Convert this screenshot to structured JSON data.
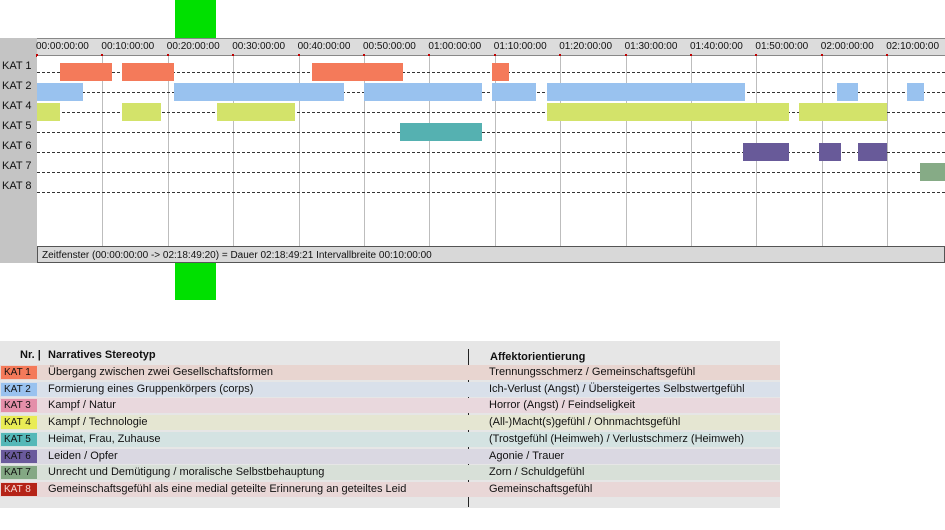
{
  "ruler": {
    "ticks": [
      "00:00:00:00",
      "00:10:00:00",
      "00:20:00:00",
      "00:30:00:00",
      "00:40:00:00",
      "00:50:00:00",
      "01:00:00:00",
      "01:10:00:00",
      "01:20:00:00",
      "01:30:00:00",
      "01:40:00:00",
      "01:50:00:00",
      "02:00:00:00",
      "02:10:00:00"
    ]
  },
  "rows": [
    {
      "label": "KAT 1"
    },
    {
      "label": "KAT 2"
    },
    {
      "label": "KAT 4"
    },
    {
      "label": "KAT 5"
    },
    {
      "label": "KAT 6"
    },
    {
      "label": "KAT 7"
    },
    {
      "label": "KAT 8"
    }
  ],
  "segments": [
    {
      "row": 0,
      "start": 3.5,
      "end": 11.5,
      "color": "#f47a5a"
    },
    {
      "row": 0,
      "start": 13,
      "end": 21,
      "color": "#f47a5a"
    },
    {
      "row": 0,
      "start": 42,
      "end": 56,
      "color": "#f47a5a"
    },
    {
      "row": 0,
      "start": 69.5,
      "end": 72.2,
      "color": "#f47a5a"
    },
    {
      "row": 1,
      "start": 0,
      "end": 7,
      "color": "#99c2ef"
    },
    {
      "row": 1,
      "start": 21,
      "end": 47,
      "color": "#99c2ef"
    },
    {
      "row": 1,
      "start": 50,
      "end": 68,
      "color": "#99c2ef"
    },
    {
      "row": 1,
      "start": 69.5,
      "end": 76.3,
      "color": "#99c2ef"
    },
    {
      "row": 1,
      "start": 78,
      "end": 108.3,
      "color": "#99c2ef"
    },
    {
      "row": 1,
      "start": 122.3,
      "end": 125.5,
      "color": "#99c2ef"
    },
    {
      "row": 1,
      "start": 133,
      "end": 135.6,
      "color": "#99c2ef"
    },
    {
      "row": 2,
      "start": 0,
      "end": 3.5,
      "color": "#d3e36a"
    },
    {
      "row": 2,
      "start": 13,
      "end": 19,
      "color": "#d3e36a"
    },
    {
      "row": 2,
      "start": 27.5,
      "end": 39.5,
      "color": "#d3e36a"
    },
    {
      "row": 2,
      "start": 78,
      "end": 115,
      "color": "#d3e36a"
    },
    {
      "row": 2,
      "start": 116.5,
      "end": 130,
      "color": "#d3e36a"
    },
    {
      "row": 3,
      "start": 55.5,
      "end": 68,
      "color": "#55b1b1"
    },
    {
      "row": 4,
      "start": 108,
      "end": 115,
      "color": "#685a99"
    },
    {
      "row": 4,
      "start": 119.5,
      "end": 123,
      "color": "#685a99"
    },
    {
      "row": 4,
      "start": 125.5,
      "end": 130,
      "color": "#685a99"
    },
    {
      "row": 5,
      "start": 135,
      "end": 139,
      "color": "#86ab86"
    }
  ],
  "status": {
    "text": "Zeitfenster (00:00:00:00 -> 02:18:49:20) = Dauer 02:18:49:21     Intervallbreite 00:10:00:00"
  },
  "legend": {
    "header_nr": "Nr. |",
    "header_stereotype": "Narratives Stereotyp",
    "header_affect": "Affektorientierung",
    "rows": [
      {
        "code": "KAT 1",
        "color": "#f47a5a",
        "bg": "#e8d5d0",
        "desc": "Übergang zwischen zwei Gesellschaftsformen",
        "affect": "Trennungsschmerz / Gemeinschaftsgefühl"
      },
      {
        "code": "KAT 2",
        "color": "#99c2ef",
        "bg": "#d9e0ea",
        "desc": "Formierung eines Gruppenkörpers (corps)",
        "affect": "Ich-Verlust (Angst) / Übersteigertes Selbstwertgefühl"
      },
      {
        "code": "KAT 3",
        "color": "#e48fa9",
        "bg": "#e9d8dd",
        "desc": "Kampf / Natur",
        "affect": "Horror (Angst) / Feindseligkeit"
      },
      {
        "code": "KAT 4",
        "color": "#e9ec55",
        "bg": "#e5e6d2",
        "desc": "Kampf / Technologie",
        "affect": "(All-)Macht(s)gefühl / Ohnmachtsgefühl"
      },
      {
        "code": "KAT 5",
        "color": "#55b8b8",
        "bg": "#d4e3e2",
        "desc": "Heimat, Frau, Zuhause",
        "affect": "(Trostgefühl (Heimweh) / Verlustschmerz (Heimweh)"
      },
      {
        "code": "KAT 6",
        "color": "#6a5a9c",
        "bg": "#dad8e2",
        "desc": "Leiden / Opfer",
        "affect": "Agonie / Trauer"
      },
      {
        "code": "KAT 7",
        "color": "#84a884",
        "bg": "#d8e0d8",
        "desc": "Unrecht und Demütigung / moralische Selbstbehauptung",
        "affect": "Zorn / Schuldgefühl"
      },
      {
        "code": "KAT 8",
        "color": "#b52418",
        "bg": "#e9d7d7",
        "desc": "Gemeinschaftsgefühl als eine medial geteilte Erinnerung an geteiltes Leid",
        "affect": "Gemeinschaftsgefühl"
      }
    ]
  }
}
